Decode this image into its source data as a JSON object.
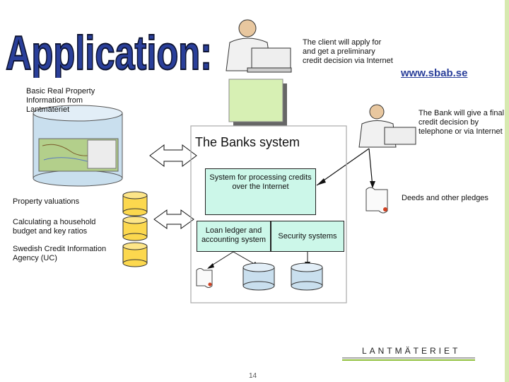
{
  "title": "Application:",
  "client_text": "The client will apply for and get a preliminary credit decision via Internet",
  "url": "www.sbab.se",
  "basic_info": "Basic Real Property Information from Lantmäteriet",
  "bank_decision": "The Bank will give a final credit decision by telephone or via Internet",
  "banks_system": "The Banks system",
  "processing": "System for processing credits over the Internet",
  "deeds": "Deeds and other pledges",
  "property_valuations": "Property valuations",
  "household_budget": "Calculating a household budget and key ratios",
  "credit_agency": "Swedish Credit Information Agency (UC)",
  "loan_ledger": "Loan ledger and accounting system",
  "security": "Security systems",
  "page_number": "14",
  "logo": "LANTMÄTERIET",
  "colors": {
    "title_blue": "#2a3f9a",
    "box_fill": "#ccf7e9",
    "cylinder_yellow": "#fcd84e",
    "cylinder_blue": "#c9dfee",
    "note_green": "#d7f0b4"
  }
}
